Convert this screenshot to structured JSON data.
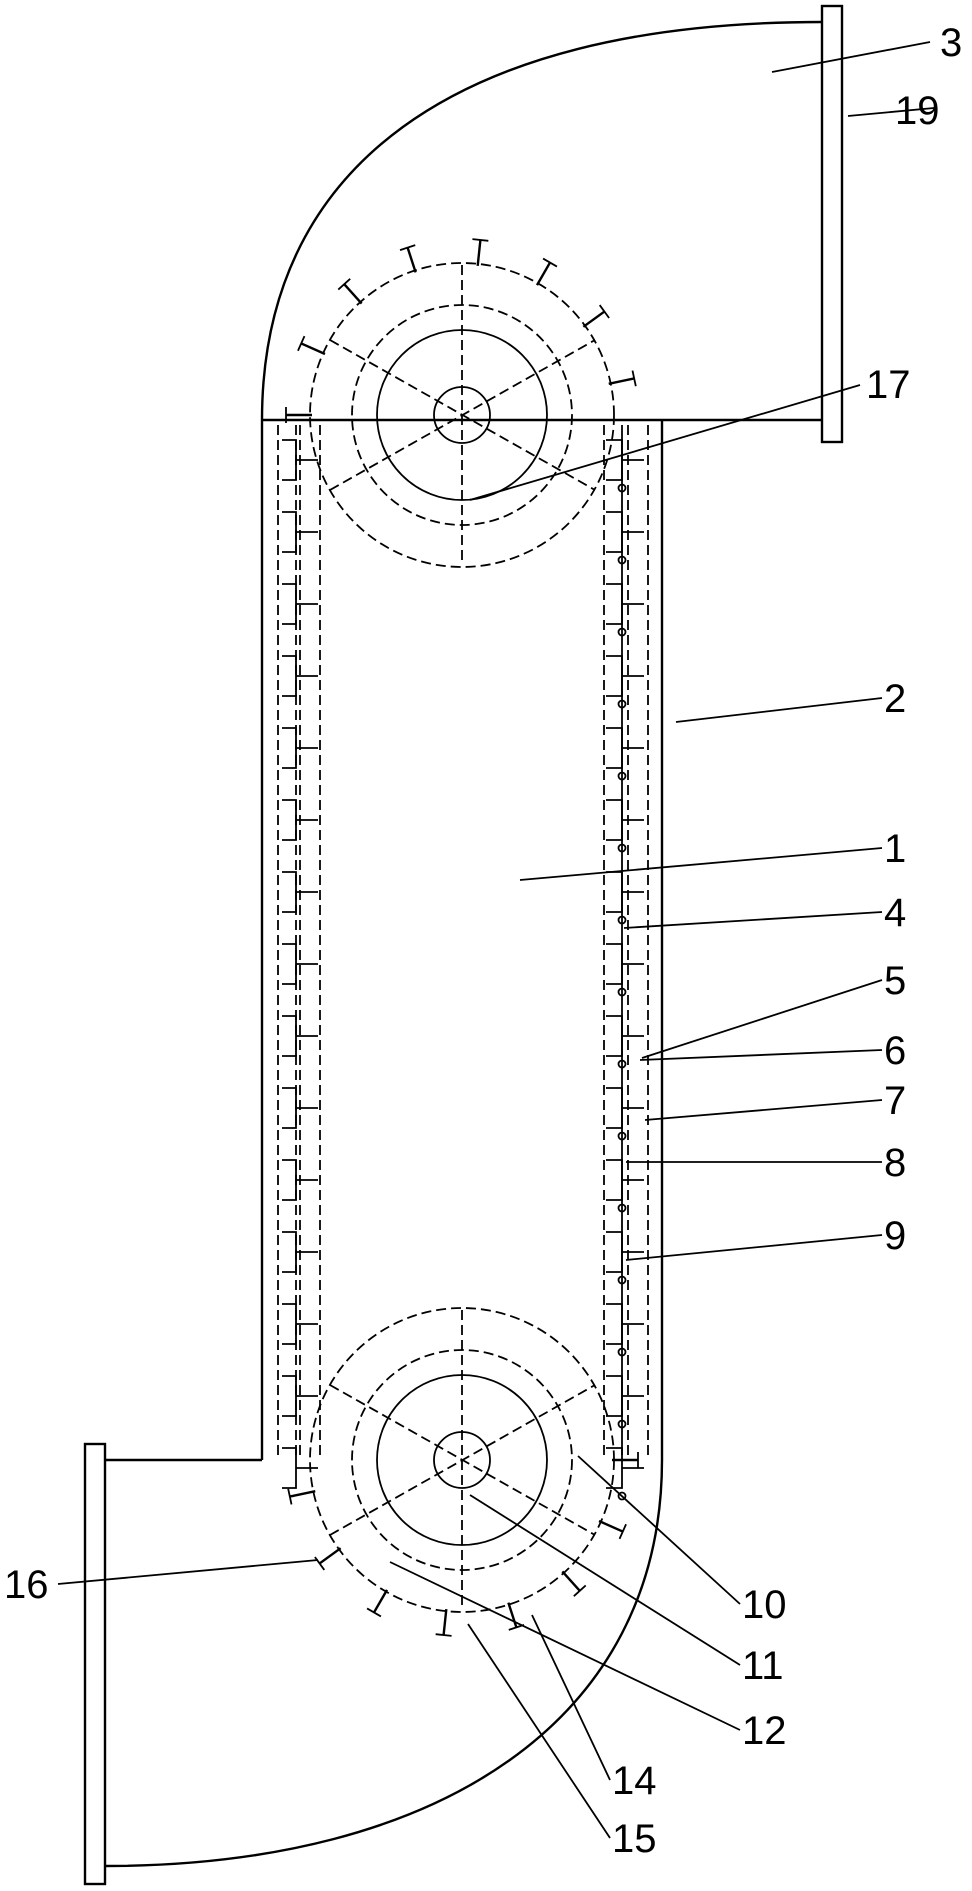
{
  "labels": [
    {
      "id": "l3",
      "text": "3"
    },
    {
      "id": "l19",
      "text": "19"
    },
    {
      "id": "l17",
      "text": "17"
    },
    {
      "id": "l2",
      "text": "2"
    },
    {
      "id": "l1",
      "text": "1"
    },
    {
      "id": "l4",
      "text": "4"
    },
    {
      "id": "l5",
      "text": "5"
    },
    {
      "id": "l6",
      "text": "6"
    },
    {
      "id": "l7",
      "text": "7"
    },
    {
      "id": "l8",
      "text": "8"
    },
    {
      "id": "l9",
      "text": "9"
    },
    {
      "id": "l16",
      "text": "16"
    },
    {
      "id": "l10",
      "text": "10"
    },
    {
      "id": "l11",
      "text": "11"
    },
    {
      "id": "l12",
      "text": "12"
    },
    {
      "id": "l14",
      "text": "14"
    },
    {
      "id": "l15",
      "text": "15"
    }
  ]
}
